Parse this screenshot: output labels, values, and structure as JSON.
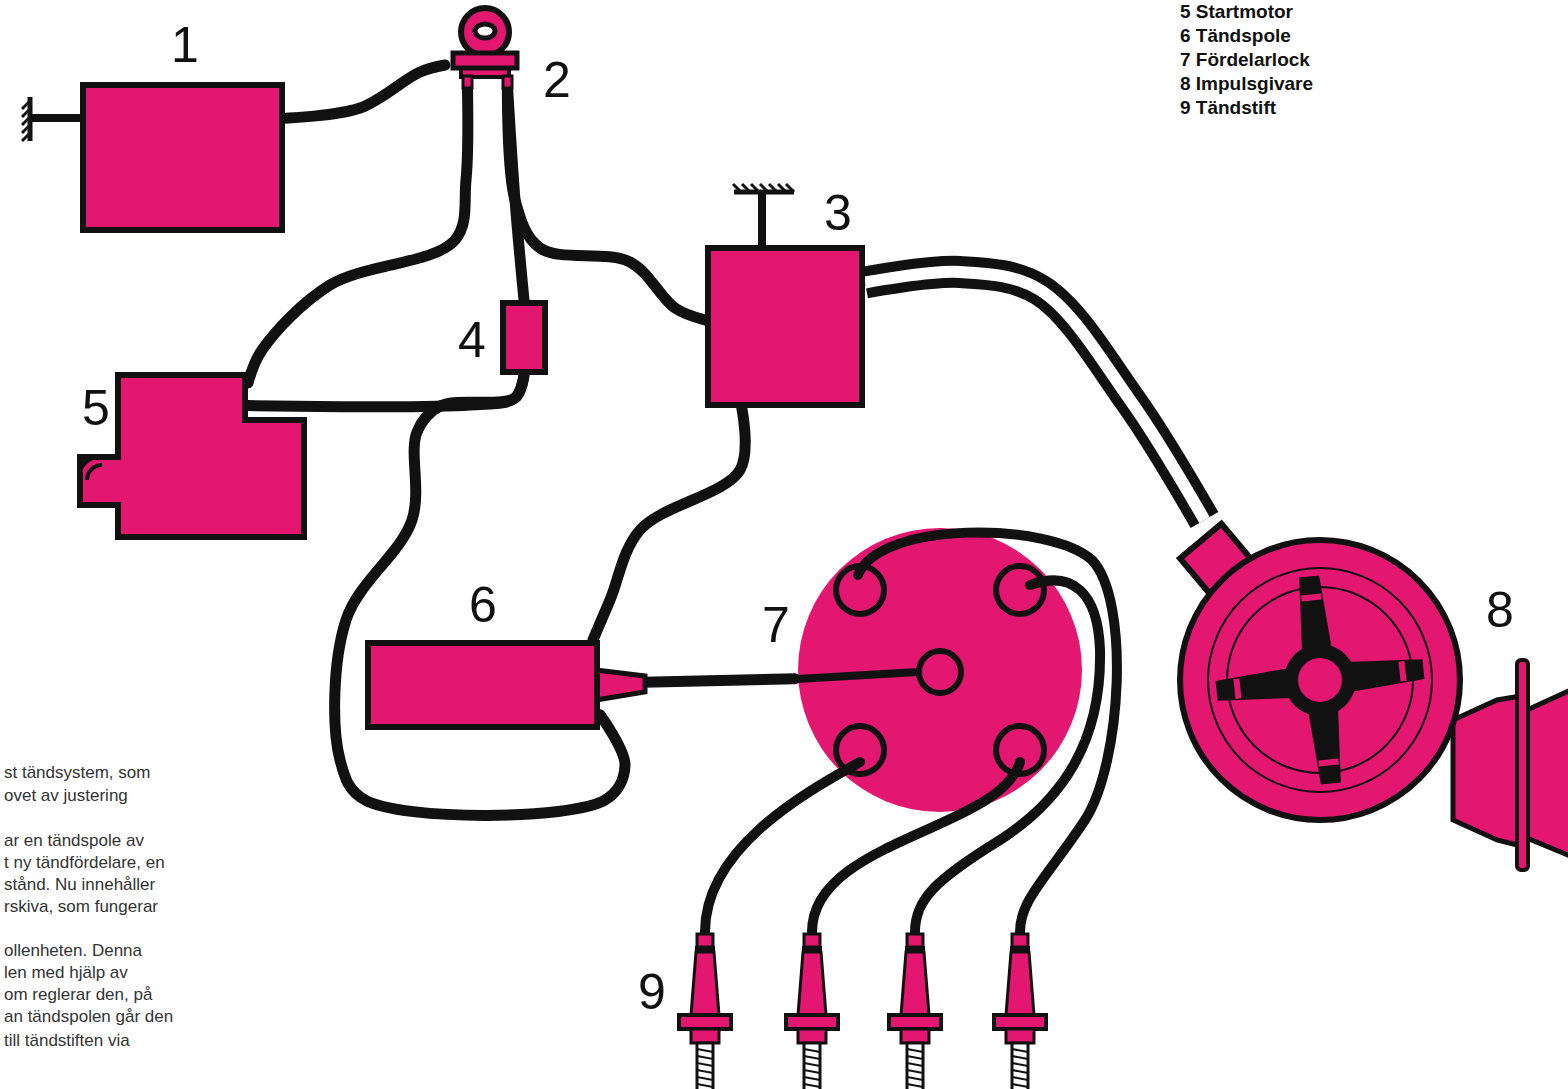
{
  "diagram": {
    "nodes": [
      {
        "text": [
          "1"
        ]
      },
      {
        "text": [
          "2"
        ]
      },
      {
        "text": [
          "3"
        ]
      },
      {
        "text": [
          "4"
        ]
      },
      {
        "text": [
          "5"
        ]
      },
      {
        "text": [
          "6"
        ]
      },
      {
        "text": [
          "7"
        ]
      },
      {
        "text": [
          "8"
        ]
      }
    ],
    "edges": [
      {
        "from": 0,
        "to": 1,
        "arrow": "none"
      },
      {
        "from": 1,
        "to": 4,
        "arrow": "none"
      },
      {
        "from": 1,
        "to": 3,
        "arrow": "none"
      },
      {
        "from": 1,
        "to": 2,
        "arrow": "none"
      },
      {
        "from": 3,
        "to": 4,
        "arrow": "none"
      },
      {
        "from": 3,
        "to": 5,
        "arrow": "none"
      },
      {
        "from": 2,
        "to": 5,
        "arrow": "none"
      },
      {
        "from": 2,
        "to": 7,
        "arrow": "none"
      },
      {
        "from": 5,
        "to": 6,
        "arrow": "none"
      }
    ],
    "labels": [
      "5 Startmotor",
      "6 Tändspole",
      "7 Fördelarlock",
      "8 Impulsgivare",
      "9 Tändstift",
      "9",
      "st tändsystem, som",
      "ovet av justering",
      "ar en tändspole av",
      "t ny tändfördelare, en",
      "stånd. Nu innehåller",
      "rskiva, som fungerar",
      "ollenheten. Denna",
      "len med hjälp av",
      "om reglerar den, på",
      "an tändspolen går den",
      "till tändstiften via"
    ]
  }
}
